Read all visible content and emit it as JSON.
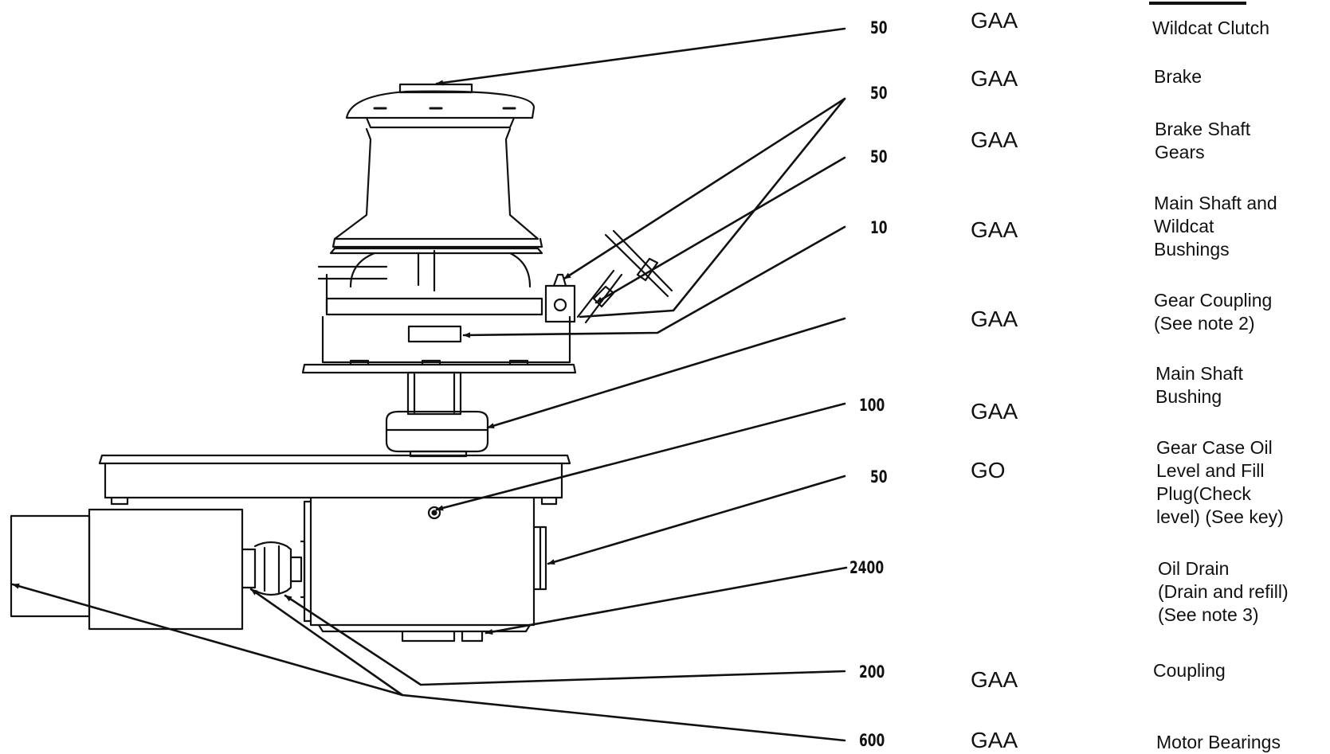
{
  "rows": [
    {
      "interval": "50",
      "lubricant": "GAA",
      "point": "Wildcat Clutch"
    },
    {
      "interval": "50",
      "lubricant": "GAA",
      "point": "Brake"
    },
    {
      "interval": "50",
      "lubricant": "GAA",
      "point": "Brake Shaft\nGears"
    },
    {
      "interval": "10",
      "lubricant": "GAA",
      "point": "Main Shaft and\n Wildcat\n Bushings"
    },
    {
      "interval": "",
      "lubricant": "GAA",
      "point": "Gear Coupling\n (See note 2)"
    },
    {
      "interval": "100",
      "lubricant": "GAA",
      "point": "Main Shaft\nBushing"
    },
    {
      "interval": "50",
      "lubricant": "GO",
      "point": "Gear Case Oil\nLevel and Fill\nPlug(Check\nlevel) (See key)"
    },
    {
      "interval": "2400",
      "lubricant": "",
      "point": "Oil Drain\n(Drain and refill)\n(See note 3)"
    },
    {
      "interval": "200",
      "lubricant": "GAA",
      "point": "Coupling"
    },
    {
      "interval": "600",
      "lubricant": "GAA",
      "point": "Motor Bearings"
    }
  ],
  "colors": {
    "ink": "#111111",
    "paper": "#ffffff"
  }
}
